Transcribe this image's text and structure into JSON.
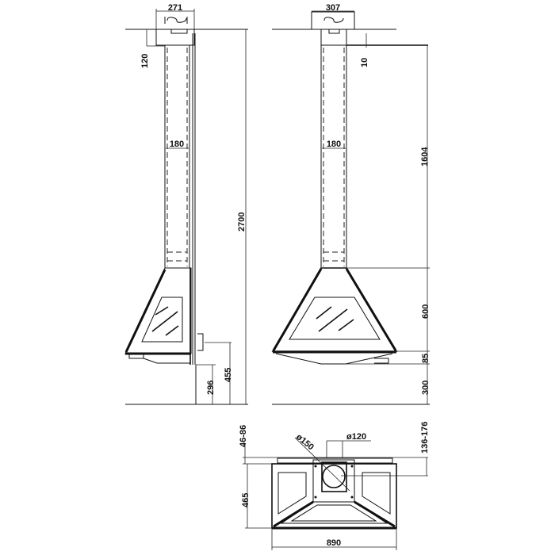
{
  "drawing": {
    "title": "Suspended fireplace technical drawing",
    "line_color": "#111111",
    "background": "#ffffff",
    "units": "mm",
    "side_view": {
      "flue_top_width": "271",
      "ceiling_offset": "120",
      "flue_width": "180",
      "total_height": "2700",
      "outlet_height": "455",
      "bottom_height": "296"
    },
    "front_view": {
      "flue_top_width": "307",
      "top_offset": "10",
      "flue_width": "180",
      "flue_length": "1604",
      "hood_height": "600",
      "base_height": "85",
      "floor_clearance": "300"
    },
    "top_view": {
      "front_offset": "46-86",
      "outer_diameter": "ø150",
      "inner_diameter": "ø120",
      "rear_offset": "136-176",
      "depth": "465",
      "width": "890"
    }
  }
}
